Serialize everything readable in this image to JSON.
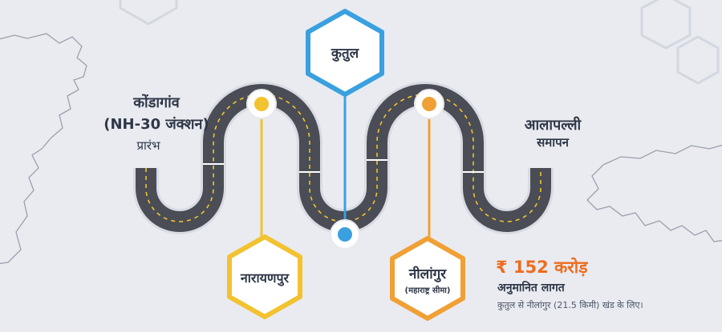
{
  "start": {
    "name": "कोंडागांव",
    "junction": "(NH-30 जंक्शन)",
    "tag": "प्रारंभ"
  },
  "end": {
    "name": "आलापल्ली",
    "tag": "समापन"
  },
  "nodes": {
    "kutul": "कुतुल",
    "narayanpur": "नारायणपुर",
    "nilangur": "नीलांगुर",
    "nilangur_sub": "(महाराष्ट्र सीमा)"
  },
  "cost": {
    "amount": "₹ 152 करोड़",
    "label": "अनुमानित लागत",
    "note": "कुतुल से नीलांगुर (21.5 किमी) खंड के लिए।"
  },
  "colors": {
    "background": "#e9ebf1",
    "road": "#4a4d55",
    "road_edge": "#d9dbe3",
    "lane_marking": "#f2c230",
    "yellow": "#f2c230",
    "blue": "#3aa0df",
    "orange": "#f0a035",
    "cost_accent": "#ee6c1e",
    "text": "#2e3747",
    "map_outline": "#9aa0ad"
  }
}
